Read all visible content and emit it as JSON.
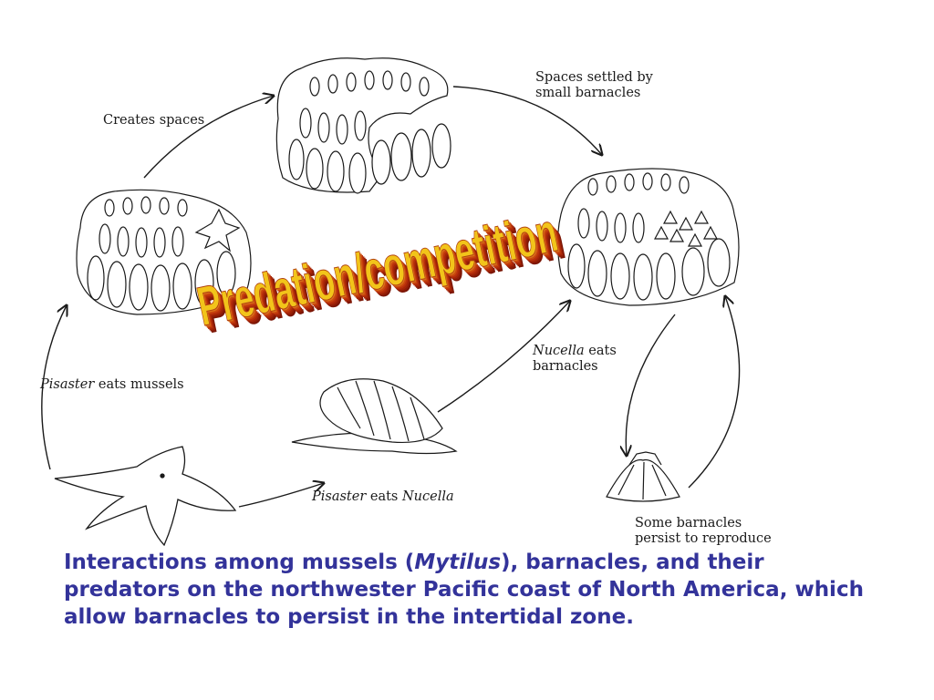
{
  "labels": {
    "creates_spaces": "Creates spaces",
    "spaces_settled_line1": "Spaces settled by",
    "spaces_settled_line2": "small barnacles",
    "nucella_species": "Nucella",
    "nucella_eats_rest": " eats",
    "nucella_eats_line2": "barnacles",
    "pisaster_species": "Pisaster",
    "pisaster_eats_mussels_rest": " eats mussels",
    "pisaster_eats_nucella_pre": "Pisaster",
    "pisaster_eats_nucella_mid": " eats ",
    "pisaster_eats_nucella_post": "Nucella",
    "some_barnacles_line1": "Some barnacles",
    "some_barnacles_line2": "persist to reproduce"
  },
  "wordart": "Predation/competition",
  "caption": {
    "part1": "Interactions among mussels (",
    "species": "Mytilus",
    "part2": "), barnacles, and their predators on the northwester Pacific coast of North America, which allow barnacles to persist in the intertidal zone."
  },
  "colors": {
    "caption": "#33339a",
    "wordart_fill": "#f2c41a",
    "wordart_shadow": "#b8300b",
    "ink": "#1a1a1a"
  }
}
